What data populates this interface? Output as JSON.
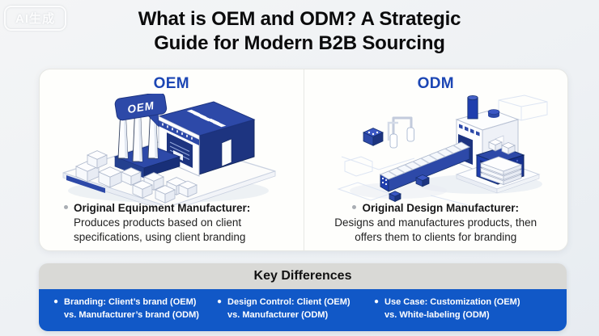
{
  "badge": {
    "label": "AI生成"
  },
  "title": {
    "line1": "What is OEM and ODM? A Strategic",
    "line2": "Guide for Modern B2B Sourcing"
  },
  "panels": {
    "oem": {
      "heading": "OEM",
      "bubble_label": "OEM",
      "illustration": "oem-factory-isometric",
      "term": "Original Equipment Manufacturer:",
      "description": "Produces products based on client specifications, using client branding"
    },
    "odm": {
      "heading": "ODM",
      "illustration": "odm-factory-isometric",
      "term": "Original Design Manufacturer:",
      "description": "Designs and manufactures products, then offers them to clients for branding"
    }
  },
  "key_differences": {
    "heading": "Key Differences",
    "items": [
      {
        "line1": "Branding: Client’s brand (OEM)",
        "line2": "vs. Manufacturer’s brand (ODM)"
      },
      {
        "line1": "Design Control: Client (OEM)",
        "line2": "vs. Manufacturer (ODM)"
      },
      {
        "line1": "Use Case: Customization (OEM)",
        "line2": "vs. White-labeling (ODM)"
      }
    ]
  },
  "colors": {
    "accent_blue": "#1c46b4",
    "bar_blue": "#1158c7",
    "illustration_navy": "#1d3480",
    "header_gray": "#d9d9d6",
    "card_white": "#fefefc"
  }
}
